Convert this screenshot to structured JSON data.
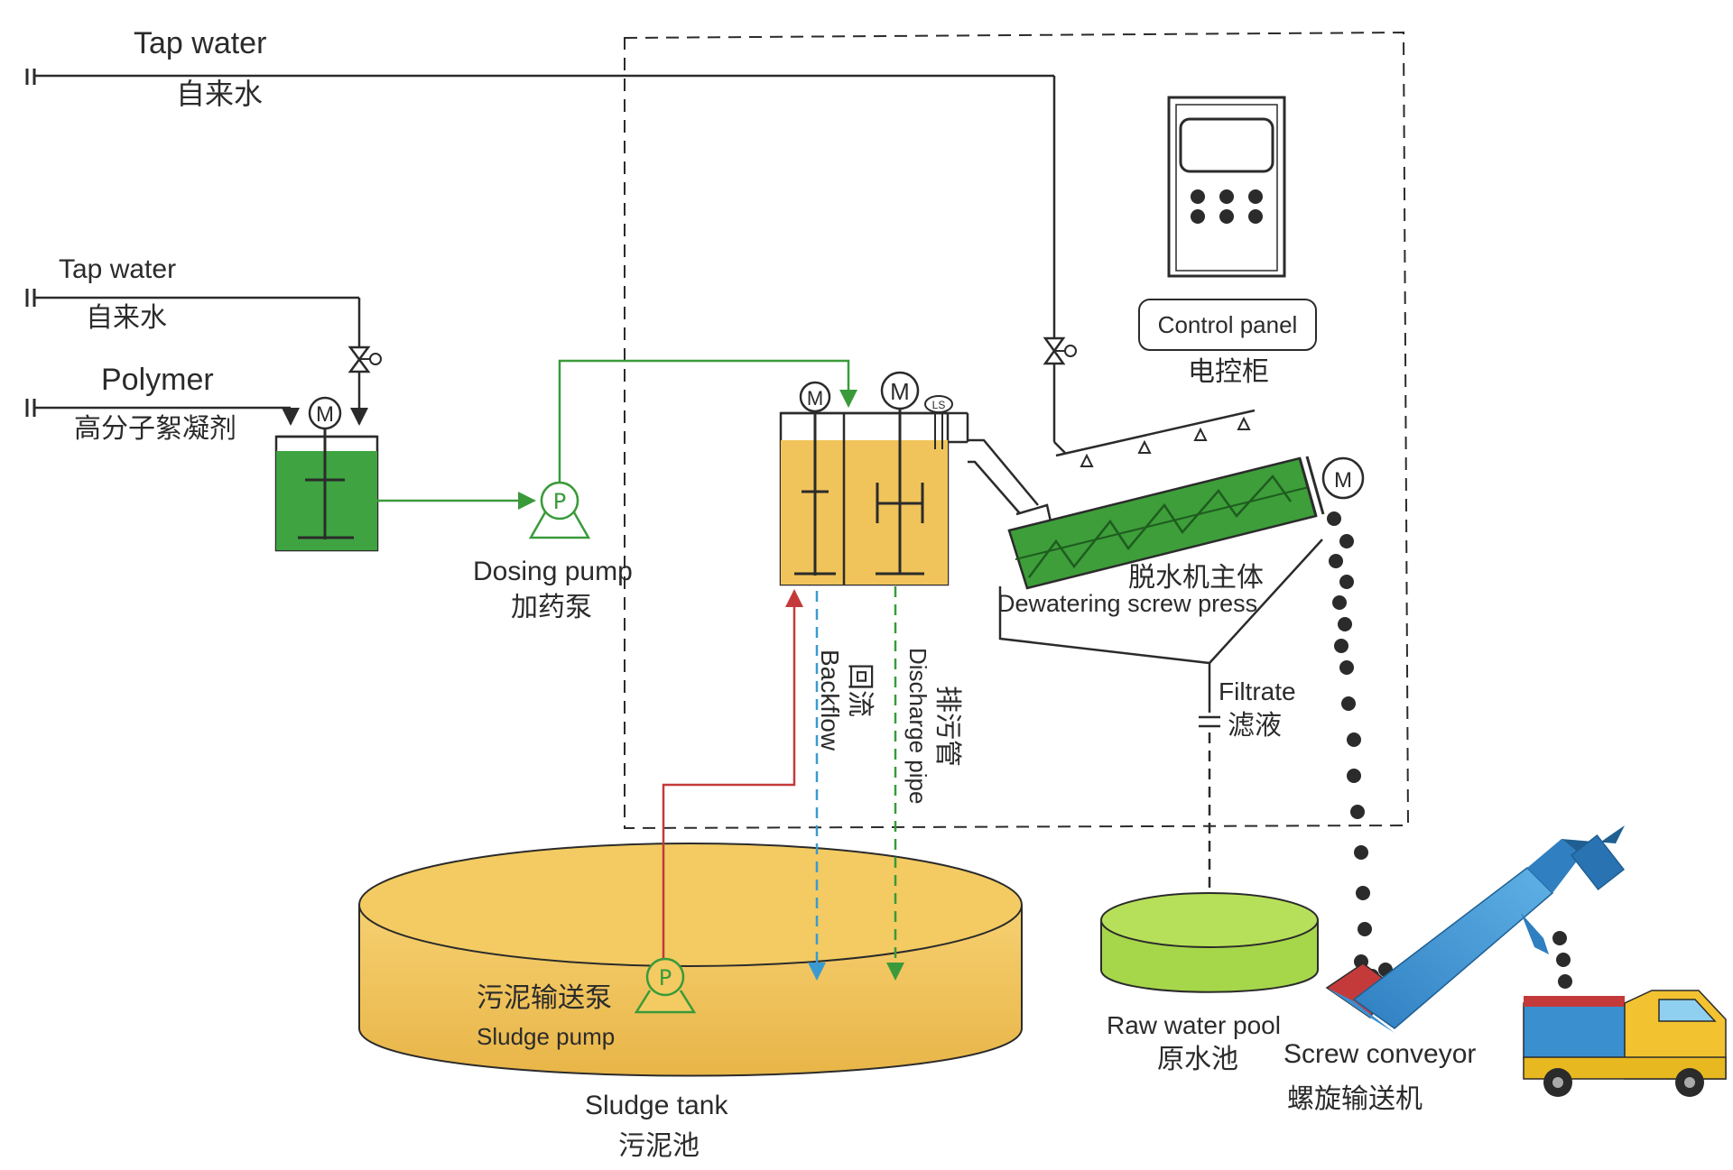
{
  "labels": {
    "tap_water_top_en": "Tap water",
    "tap_water_top_cn": "自来水",
    "tap_water_left_en": "Tap water",
    "tap_water_left_cn": "自来水",
    "polymer_en": "Polymer",
    "polymer_cn": "高分子絮凝剂",
    "dosing_pump_en": "Dosing pump",
    "dosing_pump_cn": "加药泵",
    "control_panel_en": "Control panel",
    "control_panel_cn": "电控柜",
    "dewatering_cn": "脱水机主体",
    "dewatering_en": "Dewatering screw press",
    "filtrate_en": "Filtrate",
    "filtrate_cn": "滤液",
    "backflow_cn": "回流",
    "backflow_en": "Backflow",
    "discharge_cn": "排污管",
    "discharge_en": "Discharge pipe",
    "sludge_pump_cn": "污泥输送泵",
    "sludge_pump_en": "Sludge pump",
    "sludge_tank_en": "Sludge tank",
    "sludge_tank_cn": "污泥池",
    "raw_water_en": "Raw water pool",
    "raw_water_cn": "原水池",
    "screw_conveyor_en": "Screw conveyor",
    "screw_conveyor_cn": "螺旋输送机"
  },
  "symbols": {
    "motor": "M",
    "pump": "P",
    "level_switch": "LS"
  },
  "colors": {
    "green_tank": "#3ea340",
    "sludge": "#f0c45a",
    "screw_press": "#3d9e3a",
    "green_line": "#3a9a3a",
    "red_line": "#c43a3a",
    "blue_line": "#3a9ad0",
    "conveyor": "#3a8fcf",
    "truck": "#f2c230",
    "raw_water": "#a6d74a",
    "black_line": "#2b2b2b"
  }
}
